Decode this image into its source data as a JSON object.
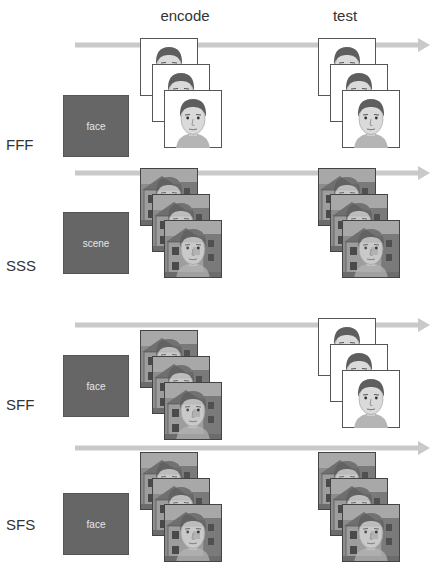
{
  "diagram": {
    "nodes": [
      {
        "text": [
          "face"
        ]
      },
      {
        "text": [
          "scene"
        ]
      },
      {
        "text": [
          "face"
        ]
      },
      {
        "text": [
          "face"
        ]
      }
    ],
    "labels": [
      "encode",
      "test",
      "FFF",
      "SSS",
      "SFF",
      "SFS"
    ]
  }
}
